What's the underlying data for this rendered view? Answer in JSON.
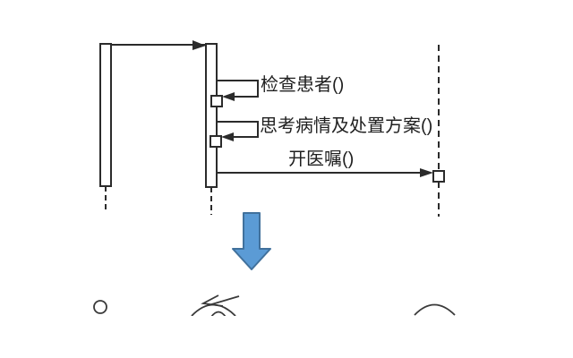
{
  "diagram": {
    "kind": "uml-sequence-diagram-fragment",
    "messages": [
      {
        "id": 1,
        "label": "检查患者()",
        "type": "self-message"
      },
      {
        "id": 2,
        "label": "思考病情及处置方案()",
        "type": "self-message"
      },
      {
        "id": 3,
        "label": "开医嘱()",
        "type": "call-message"
      }
    ],
    "icons": {
      "transform_arrow": "blue-down-block-arrow",
      "bottom_left": "actor-head-circle",
      "bottom_middle": "control-object-top",
      "bottom_right": "object-circle-top"
    },
    "colors": {
      "line": "#2b2b2b",
      "text": "#1f1f1f",
      "arrow_fill": "#5b9bd5",
      "arrow_stroke": "#41719c",
      "background": "#ffffff"
    }
  }
}
